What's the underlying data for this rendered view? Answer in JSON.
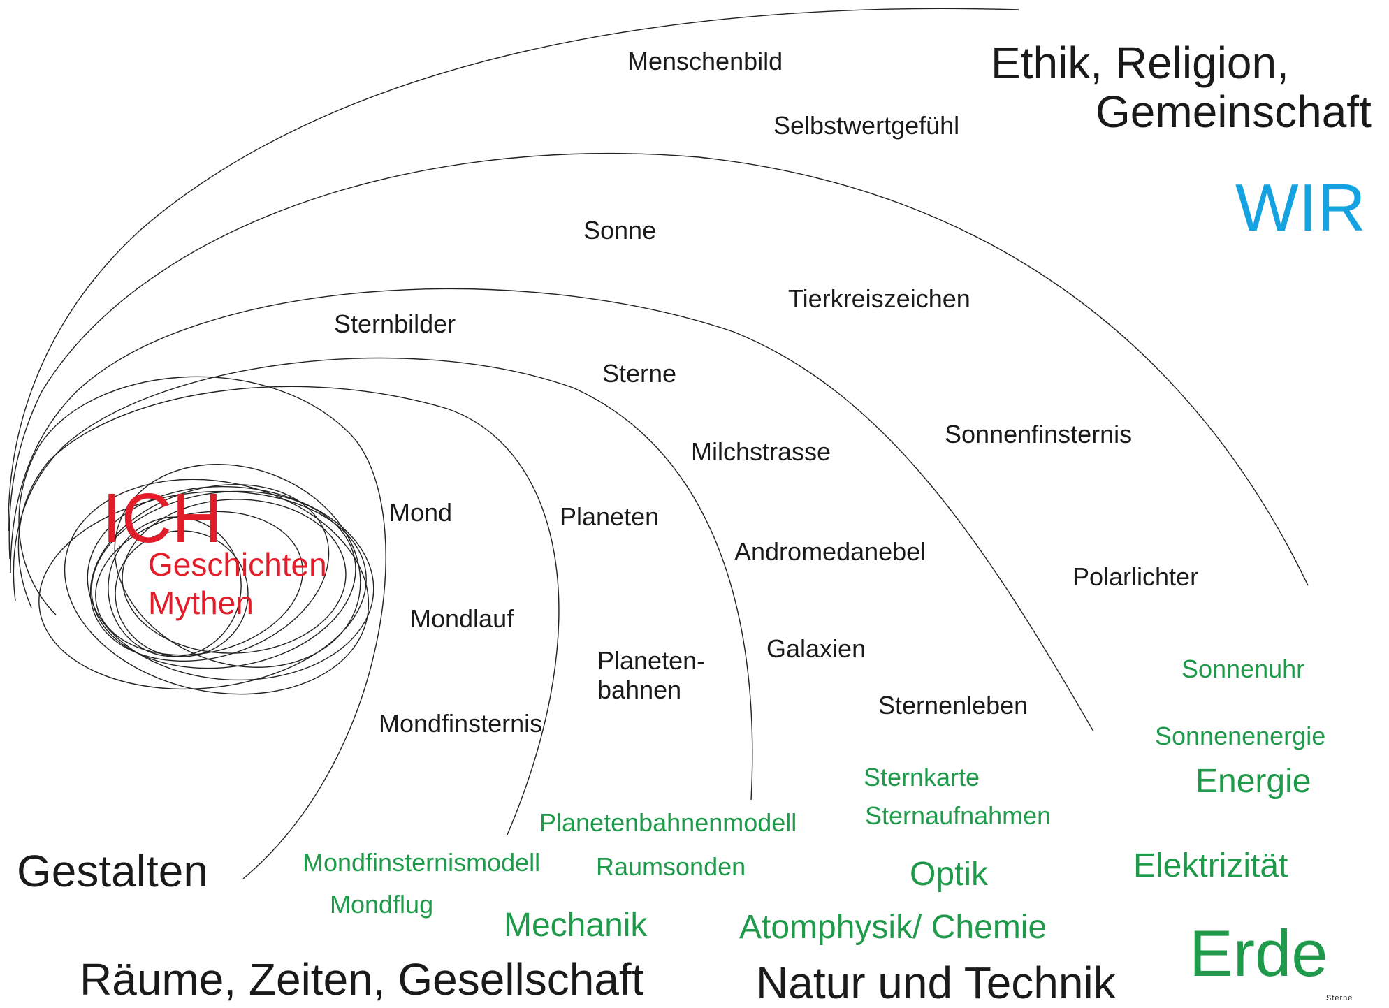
{
  "center": {
    "title": "ICH",
    "sub1": "Geschichten",
    "sub2": "Mythen"
  },
  "corners": {
    "top_right": {
      "line1": "Ethik, Religion,",
      "line2": "Gemeinschaft"
    },
    "wir": "WIR",
    "gestalten": "Gestalten",
    "bottom_left": "Räume, Zeiten, Gesellschaft",
    "bottom_mid": "Natur und Technik",
    "erde": "Erde",
    "corner_mark": "Sterne"
  },
  "topics": {
    "menschenbild": "Menschenbild",
    "selbstwert": "Selbstwertgefühl",
    "sonne": "Sonne",
    "tierkreis": "Tierkreiszeichen",
    "sternbilder": "Sternbilder",
    "sterne": "Sterne",
    "sonnenfinsternis": "Sonnenfinsternis",
    "milchstrasse": "Milchstrasse",
    "mond": "Mond",
    "planeten": "Planeten",
    "andromeda": "Andromedanebel",
    "polarlichter": "Polarlichter",
    "mondlauf": "Mondlauf",
    "planetenbahnen_1": "Planeten-",
    "planetenbahnen_2": "bahnen",
    "galaxien": "Galaxien",
    "mondfinsternis": "Mondfinsternis",
    "sternenleben": "Sternenleben"
  },
  "applications": {
    "sonnenuhr": "Sonnenuhr",
    "sonnenenergie": "Sonnenenergie",
    "energie": "Energie",
    "sternkarte": "Sternkarte",
    "sternaufnahmen": "Sternaufnahmen",
    "planetenbahnenmodell": "Planetenbahnenmodell",
    "mondfinsternismodell": "Mondfinsternismodell",
    "raumsonden": "Raumsonden",
    "optik": "Optik",
    "elektrizitaet": "Elektrizität",
    "mondflug": "Mondflug",
    "mechanik": "Mechanik",
    "atomphysik": "Atomphysik/ Chemie"
  },
  "colors": {
    "line": "#222222",
    "black_text": "#1a1a1a",
    "red": "#e11d2a",
    "green": "#1e9a4a",
    "blue": "#14a3e0"
  }
}
